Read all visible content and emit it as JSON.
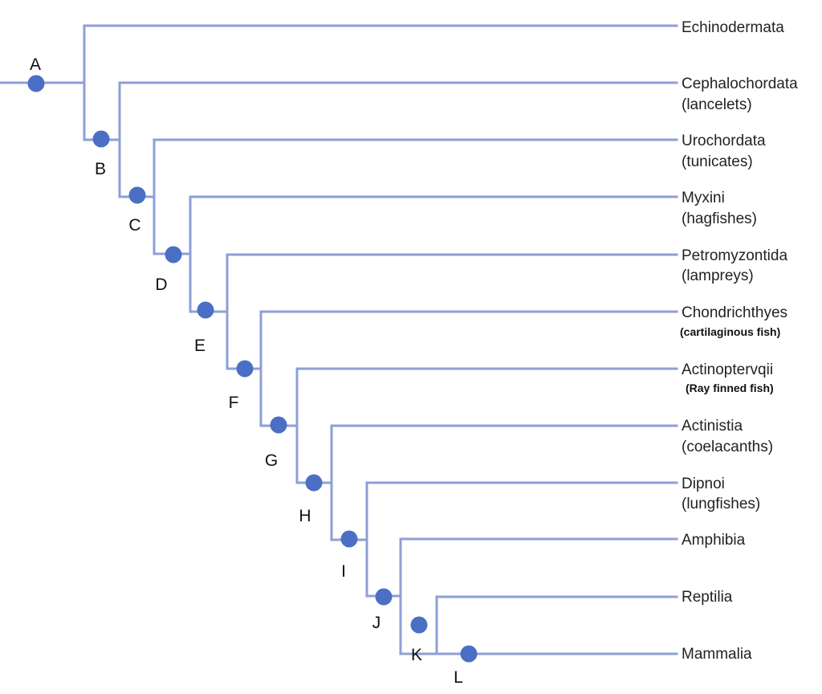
{
  "diagram": {
    "type": "cladogram",
    "colors": {
      "branch": "#8c9fd6",
      "node": "#4a6fc4",
      "text": "#222222"
    },
    "nodes": [
      "A",
      "B",
      "C",
      "D",
      "E",
      "F",
      "G",
      "H",
      "I",
      "J",
      "K",
      "L"
    ],
    "taxa": [
      {
        "name": "Echinodermata",
        "common": ""
      },
      {
        "name": "Cephalochordata",
        "common": "(lancelets)"
      },
      {
        "name": "Urochordata",
        "common": "(tunicates)"
      },
      {
        "name": "Myxini",
        "common": "(hagfishes)"
      },
      {
        "name": "Petromyzontida",
        "common": "(lampreys)"
      },
      {
        "name": "Chondrichthyes",
        "common": "(cartilaginous fish)"
      },
      {
        "name": "Actinoptervqii",
        "common": "(Ray finned fish)"
      },
      {
        "name": "Actinistia",
        "common": "(coelacanths)"
      },
      {
        "name": "Dipnoi",
        "common": "(lungfishes)"
      },
      {
        "name": "Amphibia",
        "common": ""
      },
      {
        "name": "Reptilia",
        "common": ""
      },
      {
        "name": "Mammalia",
        "common": ""
      }
    ]
  }
}
